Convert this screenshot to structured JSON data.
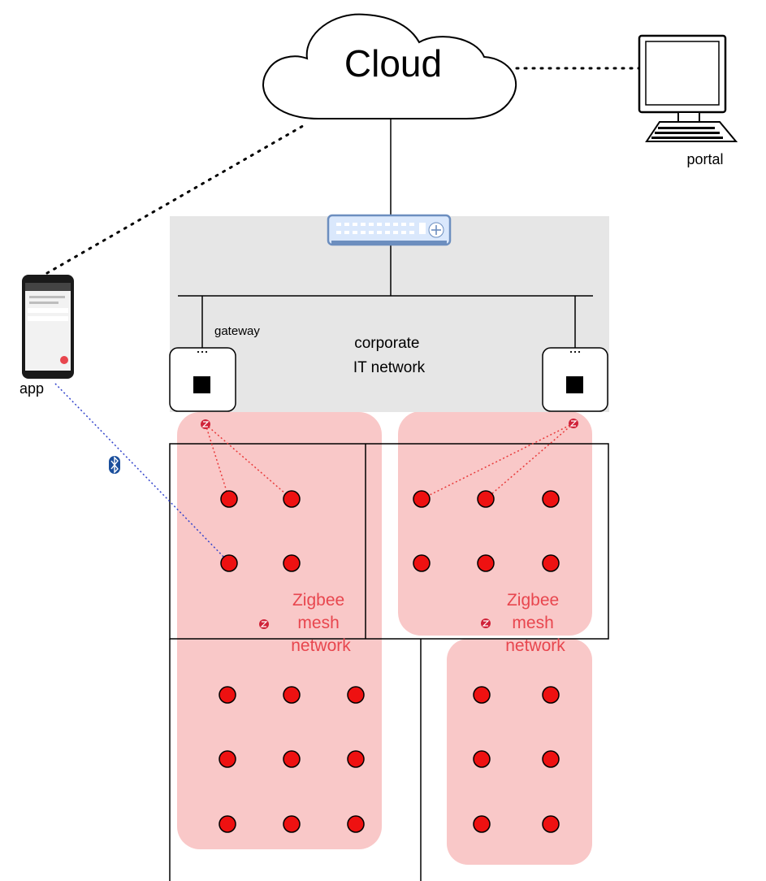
{
  "labels": {
    "cloud": "Cloud",
    "portal": "portal",
    "app": "app",
    "gateway": "gateway",
    "corporate_line1": "corporate",
    "corporate_line2": "IT network"
  },
  "zigbee_labels": [
    {
      "line1": "Zigbee",
      "line2": "mesh",
      "line3": "network"
    },
    {
      "line1": "Zigbee",
      "line2": "mesh",
      "line3": "network"
    }
  ],
  "icons": {
    "cloud": "cloud-icon",
    "portal": "desktop-computer-icon",
    "app": "smartphone-icon",
    "switch": "network-switch-icon",
    "gateway": "gateway-icon",
    "bluetooth": "bluetooth-icon",
    "zigbee": "zigbee-icon"
  },
  "colors": {
    "zigbee_zone": "#f9c8c8",
    "node": "#ee1111",
    "zigbee_link": "#e83a3a",
    "bluetooth_link": "#3344cc",
    "bluetooth_badge": "#1b4f9c",
    "network_area": "#e6e6e6",
    "zigbee_text": "#e8464e",
    "switch": "#6c8ebf"
  }
}
